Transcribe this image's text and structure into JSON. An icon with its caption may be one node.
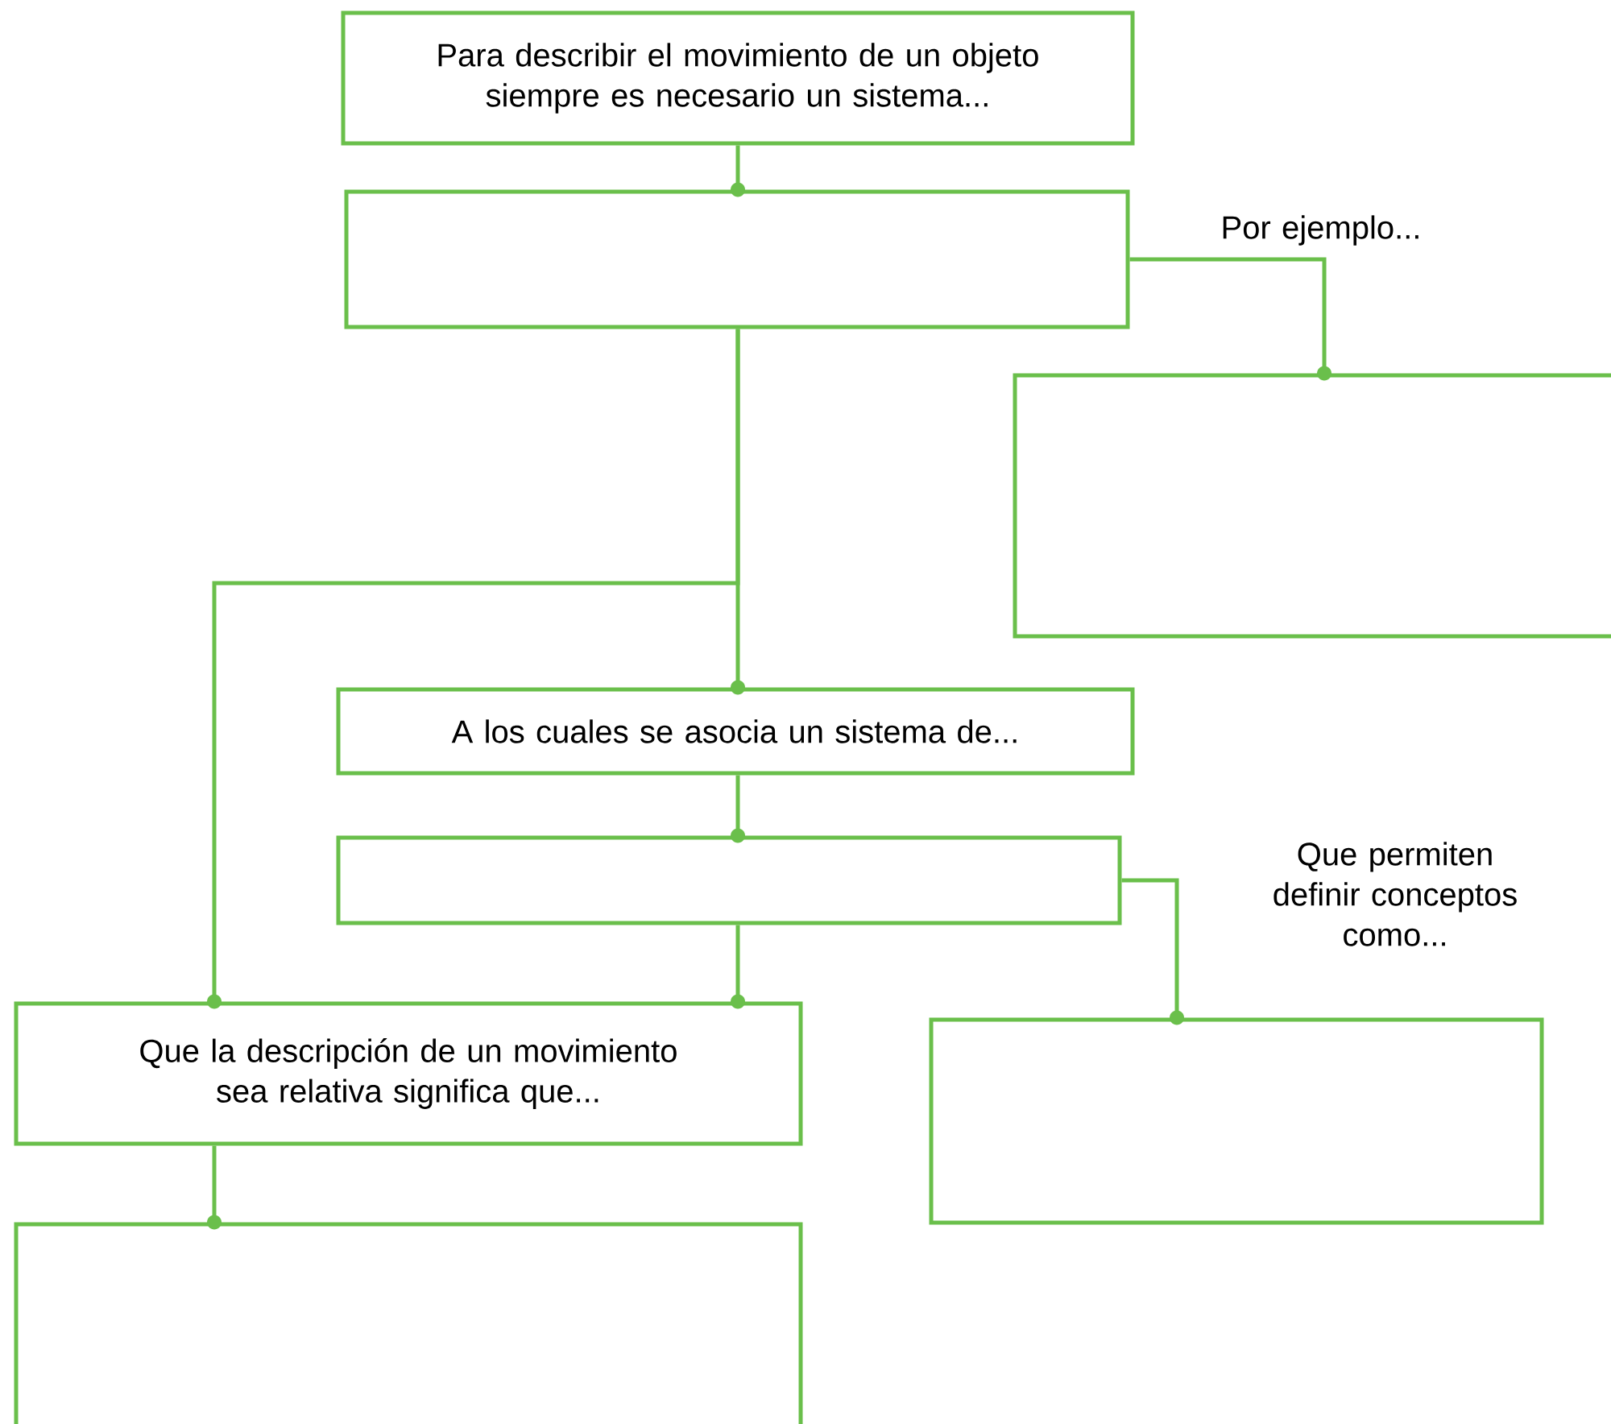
{
  "diagram": {
    "nodes": [
      {
        "text": [
          "Para describir el movimiento de un objeto siempre es necesario un sistema..."
        ]
      },
      {
        "text": [],
        "shape": "box"
      },
      {
        "text": [],
        "shape": "box"
      },
      {
        "text": [
          "A los cuales se asocia un sistema de..."
        ]
      },
      {
        "text": [],
        "shape": "box"
      },
      {
        "text": [],
        "shape": "box"
      },
      {
        "text": [
          "Que la descripción de un movimiento sea relativa significa que..."
        ]
      },
      {
        "text": [],
        "shape": "box"
      }
    ],
    "edges": [
      {
        "from": 0,
        "to": 1,
        "arrow": "other"
      },
      {
        "from": 1,
        "to": 2,
        "arrow": "other",
        "label": "Por ejemplo..."
      },
      {
        "from": 1,
        "to": 3,
        "arrow": "other"
      },
      {
        "from": 1,
        "to": 6,
        "arrow": "other"
      },
      {
        "from": 3,
        "to": 4,
        "arrow": "other"
      },
      {
        "from": 4,
        "to": 5,
        "arrow": "other",
        "label": "Que permiten definir conceptos como..."
      },
      {
        "from": 4,
        "to": 6,
        "arrow": "other"
      },
      {
        "from": 6,
        "to": 7,
        "arrow": "other"
      }
    ]
  }
}
